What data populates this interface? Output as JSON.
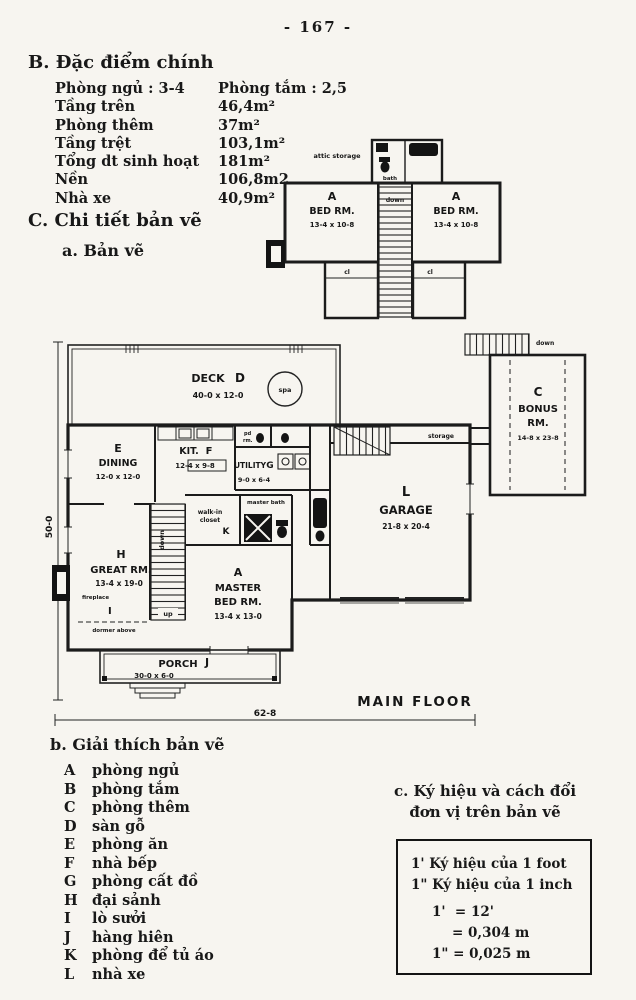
{
  "page": {
    "number": "- 167 -"
  },
  "features": {
    "heading": "B. Đặc điểm chính",
    "rows": [
      {
        "label": "Phòng ngủ : 3-4",
        "value": "Phòng tắm : 2,5"
      },
      {
        "label": "Tầng trên",
        "value": "46,4m²"
      },
      {
        "label": "Phòng thêm",
        "value": "37m²"
      },
      {
        "label": "Tầng trệt",
        "value": "103,1m²"
      },
      {
        "label": "Tổng dt sinh hoạt",
        "value": "181m²"
      },
      {
        "label": "Nền",
        "value": "106,8m2"
      },
      {
        "label": "Nhà xe",
        "value": "40,9m²"
      }
    ]
  },
  "details": {
    "heading": "C. Chi tiết bản vẽ",
    "sub": "a. Bản vẽ"
  },
  "upper_plan": {
    "attic_storage": "attic storage",
    "bath": "bath",
    "down": "down",
    "bed_left": {
      "letter": "A",
      "name": "BED RM.",
      "dim": "13-4 x 10-8"
    },
    "bed_right": {
      "letter": "A",
      "name": "BED RM.",
      "dim": "13-4 x 10-8"
    },
    "cl_left": "cl",
    "cl_right": "cl"
  },
  "main_plan": {
    "deck": {
      "name": "DECK",
      "letter": "D",
      "dim": "40-0 x 12-0"
    },
    "spa": "spa",
    "dining": {
      "letter": "E",
      "name": "DINING",
      "dim": "12-0 x 12-0"
    },
    "kitchen": {
      "name": "KIT.",
      "letter": "F",
      "dim": "12-4 x 9-8"
    },
    "pd_rm_1": "pd",
    "pd_rm_2": "rm.",
    "utility": {
      "name": "UTILITY",
      "letter": "G",
      "dim": "9-0 x 6-4"
    },
    "storage": "storage",
    "bonus": {
      "letter": "C",
      "name": "BONUS",
      "name2": "RM.",
      "dim": "14-8 x 23-8",
      "down": "down"
    },
    "garage": {
      "letter": "L",
      "name": "GARAGE",
      "dim": "21-8 x 20-4"
    },
    "great": {
      "letter": "H",
      "name": "GREAT RM.",
      "dim": "13-4 x 19-0"
    },
    "fireplace": "fireplace",
    "i_letter": "I",
    "dormer": "dormer above",
    "stairs": {
      "down": "down",
      "up": "up"
    },
    "closet": {
      "line1": "walk-in",
      "line2": "closet",
      "letter": "K"
    },
    "master_bath": "master bath",
    "master": {
      "letter": "A",
      "name1": "MASTER",
      "name2": "BED RM.",
      "dim": "13-4 x 13-0"
    },
    "porch": {
      "name": "PORCH",
      "letter": "J",
      "dim": "30-0 x 6-0"
    },
    "main_floor": "MAIN FLOOR",
    "dim_bottom": "62-8",
    "dim_left": "50-0"
  },
  "legend": {
    "heading": "b. Giải thích bản vẽ",
    "items": [
      {
        "key": "A",
        "label": "phòng ngủ"
      },
      {
        "key": "B",
        "label": "phòng tắm"
      },
      {
        "key": "C",
        "label": "phòng thêm"
      },
      {
        "key": "D",
        "label": "sàn gỗ"
      },
      {
        "key": "E",
        "label": "phòng ăn"
      },
      {
        "key": "F",
        "label": "nhà bếp"
      },
      {
        "key": "G",
        "label": "phòng cất đồ"
      },
      {
        "key": "H",
        "label": "đại sảnh"
      },
      {
        "key": "I",
        "label": "lò sưởi"
      },
      {
        "key": "J",
        "label": "hàng hiên"
      },
      {
        "key": "K",
        "label": "phòng để tủ áo"
      },
      {
        "key": "L",
        "label": "nhà xe"
      }
    ]
  },
  "units": {
    "heading1": "c. Ký hiệu và cách đổi",
    "heading2": "đơn vị trên bản vẽ",
    "lines": [
      "1' Ký hiệu của 1 foot",
      "1\" Ký hiệu của 1 inch",
      "1'  = 12'",
      "= 0,304 m",
      "1\" = 0,025 m"
    ]
  }
}
